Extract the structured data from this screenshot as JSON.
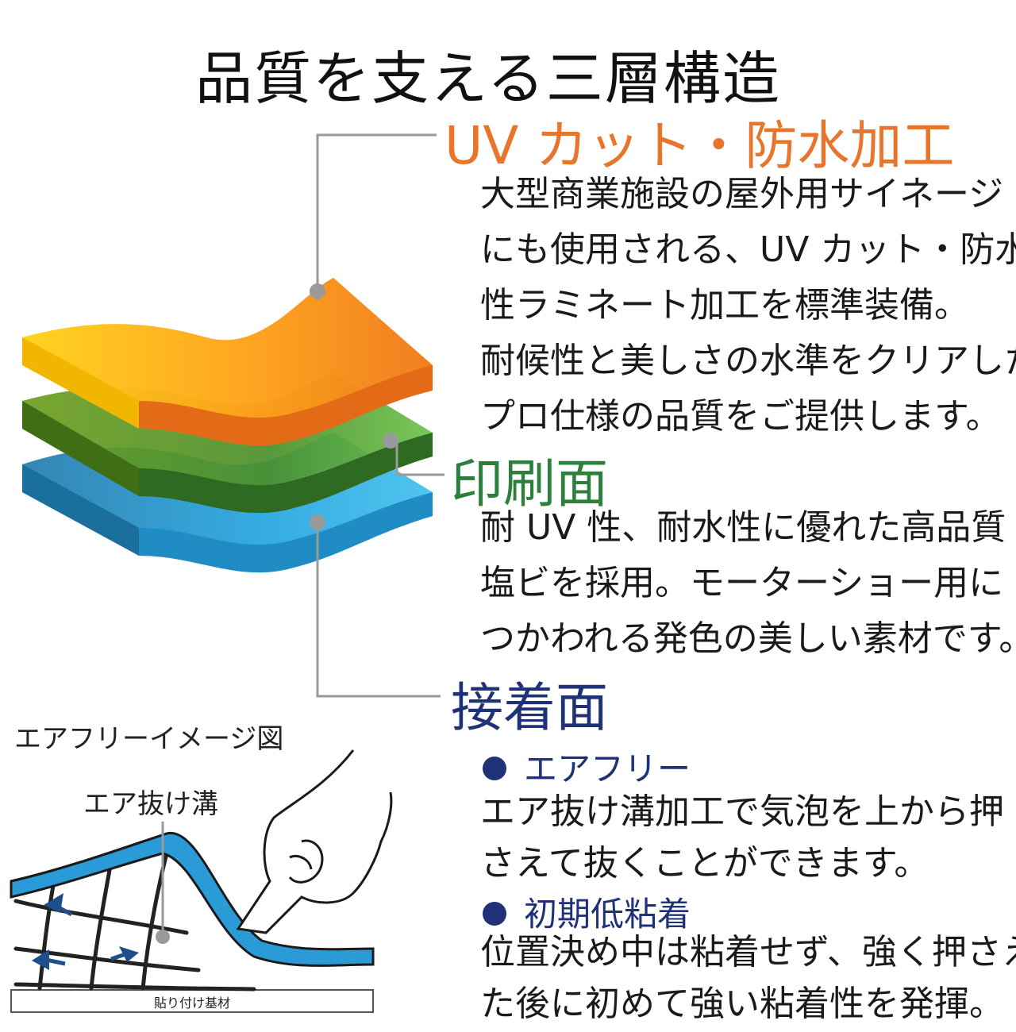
{
  "title": "品質を支える三層構造",
  "layers": {
    "uv": {
      "heading": "UV カット・防水加工",
      "color": "#e7762c",
      "lines": [
        "大型商業施設の屋外用サイネージ",
        "にも使用される、UV カット・防水",
        "性ラミネート加工を標準装備。",
        "耐候性と美しさの水準をクリアした",
        "プロ仕様の品質をご提供します。"
      ]
    },
    "print": {
      "heading": "印刷面",
      "color": "#2c7f3d",
      "lines": [
        "耐 UV 性、耐水性に優れた高品質",
        "塩ビを採用。モーターショー用に",
        "つかわれる発色の美しい素材です。"
      ]
    },
    "adhesive": {
      "heading": "接着面",
      "color": "#1f3277",
      "features": [
        {
          "label": "エアフリー",
          "lines": [
            "エア抜け溝加工で気泡を上から押",
            "さえて抜くことができます。"
          ]
        },
        {
          "label": "初期低粘着",
          "lines": [
            "位置決め中は粘着せず、強く押さえ",
            "た後に初めて強い粘着性を発揮。"
          ]
        }
      ]
    }
  },
  "illustration": {
    "caption": "エアフリーイメージ図",
    "groove_label": "エア抜け溝",
    "base_label": "貼り付け基材"
  }
}
